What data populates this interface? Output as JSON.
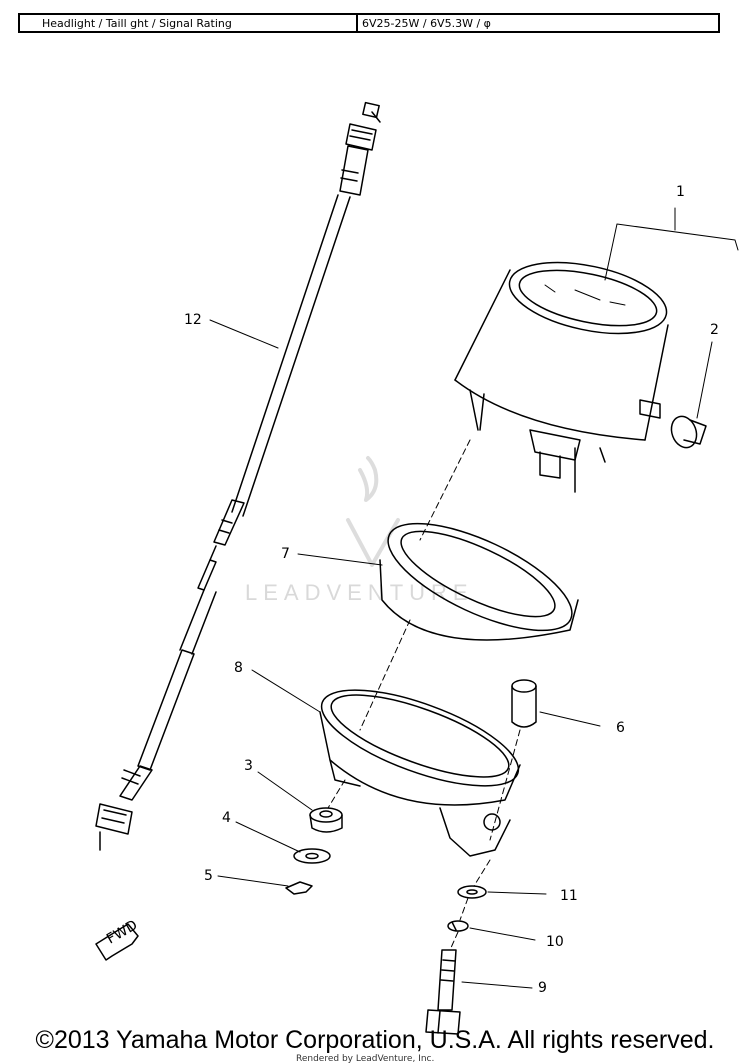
{
  "spec_table": {
    "label": "Headlight / Taill ght / Signal Rating",
    "value": "6V25-25W / 6V5.3W / φ"
  },
  "callouts": {
    "c1": "1",
    "c2": "2",
    "c3": "3",
    "c4": "4",
    "c5": "5",
    "c6": "6",
    "c7": "7",
    "c8": "8",
    "c9": "9",
    "c10": "10",
    "c11": "11",
    "c12": "12"
  },
  "fwd_label": "FWD",
  "watermark": "LEADVENTURE",
  "footer": {
    "copyright": "©2013 Yamaha Motor Corporation, U.S.A. All rights reserved.",
    "rendered_by": "Rendered by LeadVenture, Inc."
  }
}
